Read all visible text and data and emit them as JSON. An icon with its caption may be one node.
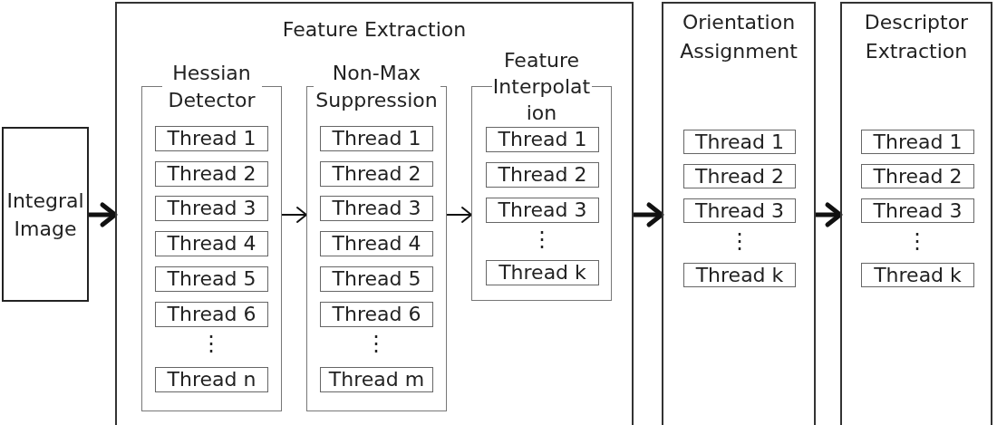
{
  "diagram": {
    "nodes": [
      {
        "text": [
          "Integral Image"
        ]
      },
      {
        "text": [
          "Feature Extraction"
        ]
      },
      {
        "text": [
          "Hessian Detector"
        ],
        "in": 1
      },
      {
        "text": [
          "Thread 1"
        ],
        "in": 2
      },
      {
        "text": [
          "Thread 2"
        ],
        "in": 2
      },
      {
        "text": [
          "Thread 3"
        ],
        "in": 2
      },
      {
        "text": [
          "Thread 4"
        ],
        "in": 2
      },
      {
        "text": [
          "Thread 5"
        ],
        "in": 2
      },
      {
        "text": [
          "Thread 6"
        ],
        "in": 2
      },
      {
        "text": [
          "Thread n"
        ],
        "in": 2
      },
      {
        "text": [
          "Non-Max Suppression"
        ],
        "in": 1
      },
      {
        "text": [
          "Thread 1"
        ],
        "in": 10
      },
      {
        "text": [
          "Thread 2"
        ],
        "in": 10
      },
      {
        "text": [
          "Thread 3"
        ],
        "in": 10
      },
      {
        "text": [
          "Thread 4"
        ],
        "in": 10
      },
      {
        "text": [
          "Thread 5"
        ],
        "in": 10
      },
      {
        "text": [
          "Thread 6"
        ],
        "in": 10
      },
      {
        "text": [
          "Thread m"
        ],
        "in": 10
      },
      {
        "text": [
          "Feature Interpolation"
        ],
        "in": 1
      },
      {
        "text": [
          "Thread 1"
        ],
        "in": 18
      },
      {
        "text": [
          "Thread 2"
        ],
        "in": 18
      },
      {
        "text": [
          "Thread 3"
        ],
        "in": 18
      },
      {
        "text": [
          "Thread k"
        ],
        "in": 18
      },
      {
        "text": [
          "Orientation Assignment"
        ]
      },
      {
        "text": [
          "Thread 1"
        ],
        "in": 23
      },
      {
        "text": [
          "Thread 2"
        ],
        "in": 23
      },
      {
        "text": [
          "Thread 3"
        ],
        "in": 23
      },
      {
        "text": [
          "Thread k"
        ],
        "in": 23
      },
      {
        "text": [
          "Descriptor Extraction"
        ]
      },
      {
        "text": [
          "Thread 1"
        ],
        "in": 28
      },
      {
        "text": [
          "Thread 2"
        ],
        "in": 28
      },
      {
        "text": [
          "Thread 3"
        ],
        "in": 28
      },
      {
        "text": [
          "Thread k"
        ],
        "in": 28
      }
    ],
    "edges": [
      {
        "from": 0,
        "to": 1,
        "arrow": "to"
      },
      {
        "from": 2,
        "to": 10,
        "arrow": "to"
      },
      {
        "from": 10,
        "to": 18,
        "arrow": "to"
      },
      {
        "from": 1,
        "to": 23,
        "arrow": "to"
      },
      {
        "from": 23,
        "to": 28,
        "arrow": "to"
      }
    ],
    "labels": [
      "⋮",
      "⋮",
      "⋮",
      "⋮",
      "⋮"
    ]
  }
}
